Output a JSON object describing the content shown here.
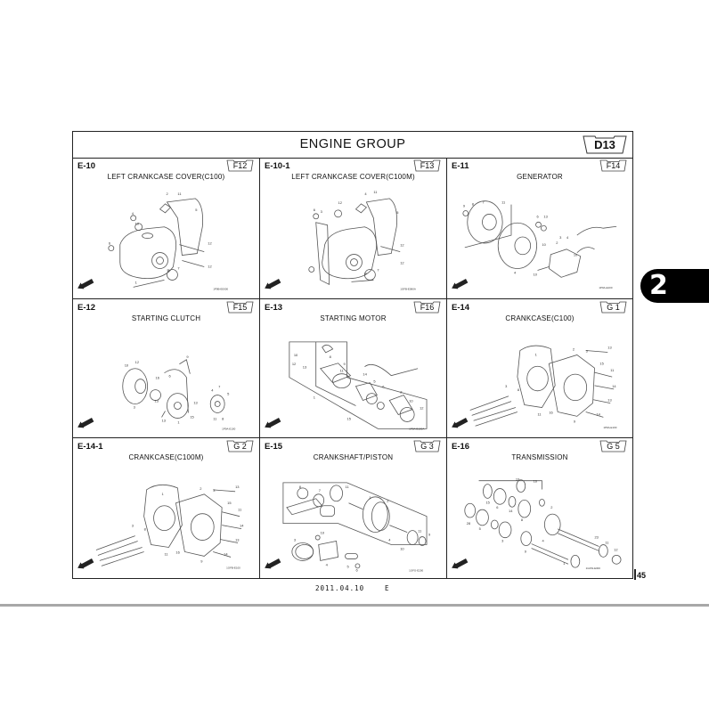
{
  "header": {
    "title": "ENGINE GROUP",
    "section_badge": "D13"
  },
  "side_tab": {
    "label": "2"
  },
  "cells": [
    {
      "code": "E-10",
      "title": "LEFT CRANKCASE COVER(C100)",
      "badge": "F12"
    },
    {
      "code": "E-10-1",
      "title": "LEFT CRANKCASE COVER(C100M)",
      "badge": "F13"
    },
    {
      "code": "E-11",
      "title": "GENERATOR",
      "badge": "F14"
    },
    {
      "code": "E-12",
      "title": "STARTING CLUTCH",
      "badge": "F15"
    },
    {
      "code": "E-13",
      "title": "STARTING MOTOR",
      "badge": "F16"
    },
    {
      "code": "E-14",
      "title": "CRANKCASE(C100)",
      "badge": "G 1"
    },
    {
      "code": "E-14-1",
      "title": "CRANKCASE(C100M)",
      "badge": "G 2"
    },
    {
      "code": "E-15",
      "title": "CRANKSHAFT/PISTON",
      "badge": "G 3"
    },
    {
      "code": "E-16",
      "title": "TRANSMISSION",
      "badge": "G 5"
    }
  ],
  "footer": {
    "date": "2011.04.10",
    "revision": "E",
    "page_number": "45"
  }
}
